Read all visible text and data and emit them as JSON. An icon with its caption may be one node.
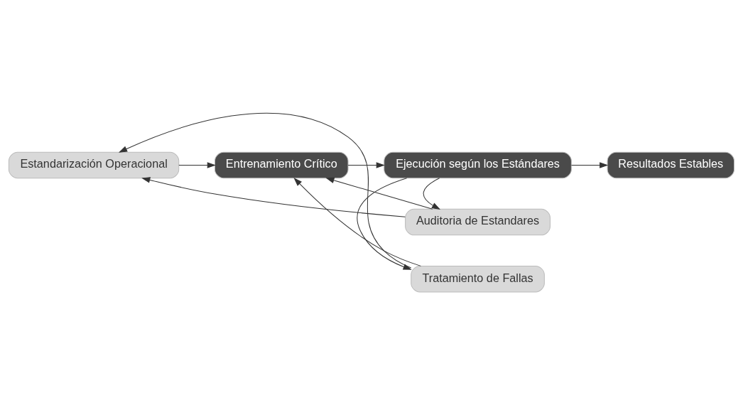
{
  "diagram": {
    "nodes": [
      {
        "text": [
          "Tratamiento de Fallas"
        ]
      },
      {
        "text": [
          "Estandarización Operacional"
        ]
      },
      {
        "text": [
          "Entrenamiento Crítico"
        ]
      },
      {
        "text": [
          "Ejecución según los Estándares"
        ]
      },
      {
        "text": [
          "Resultados Estables"
        ]
      },
      {
        "text": [
          "Auditoria de Estandares"
        ]
      }
    ],
    "edges": [
      {
        "from": 1,
        "to": 2,
        "arrow": "to"
      },
      {
        "from": 2,
        "to": 3,
        "arrow": "to"
      },
      {
        "from": 3,
        "to": 4,
        "arrow": "to"
      },
      {
        "from": 3,
        "to": 0,
        "arrow": "to"
      },
      {
        "from": 3,
        "to": 5,
        "arrow": "to"
      },
      {
        "from": 0,
        "to": 1,
        "arrow": "to"
      },
      {
        "from": 0,
        "to": 2,
        "arrow": "to"
      },
      {
        "from": 5,
        "to": 2,
        "arrow": "to"
      },
      {
        "from": 5,
        "to": 1,
        "arrow": "to"
      }
    ]
  }
}
